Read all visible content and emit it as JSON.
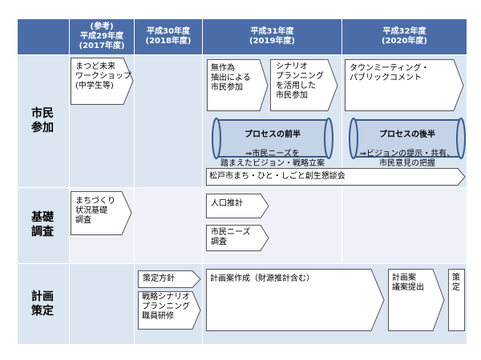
{
  "headers": {
    "h29": "(参考)\n平成29年度\n(2017年度)",
    "h30": "平成30年度\n(2018年度)",
    "h31": "平成31年度\n(2019年度)",
    "h32": "平成32年度\n(2020年度)"
  },
  "rows": {
    "citizen": "市民\n参加",
    "survey": "基礎\n調査",
    "plan": "計画\n策定"
  },
  "items": {
    "workshop": "まつど未来\nワークショップ\n(中学生等)",
    "random_participation": "無作為\n抽出による\n市民参加",
    "scenario_participation": "シナリオ\nプランニング\nを活用した\n市民参加",
    "town_meeting": "タウンミーティング・\nパブリックコメント",
    "phase1_title": "プロセスの前半",
    "phase1_body": "⇒市民ニーズを\n踏まえたビジョン・戦略立案",
    "phase2_title": "プロセスの後半",
    "phase2_body": "⇒ビジョンの提示・共有、\n市民意見の把握",
    "council": "松戸市まち・ひと・しごと創生懇談会",
    "urban_survey": "まちづくり\n状況基礎\n調査",
    "population": "人口推計",
    "needs_survey": "市民ニーズ\n調査",
    "policy": "策定方針",
    "training": "戦略シナリオ\nプランニング\n職員研修",
    "drafting": "計画案作成（財源推計含む）",
    "proposal": "計画案\n議案提出",
    "finalize": "策\n定"
  },
  "colors": {
    "header": "#4a6da7",
    "band_light": "#dce6f2",
    "pill_fill": "#c5d3e8",
    "pill_border": "#3b5b8f"
  }
}
